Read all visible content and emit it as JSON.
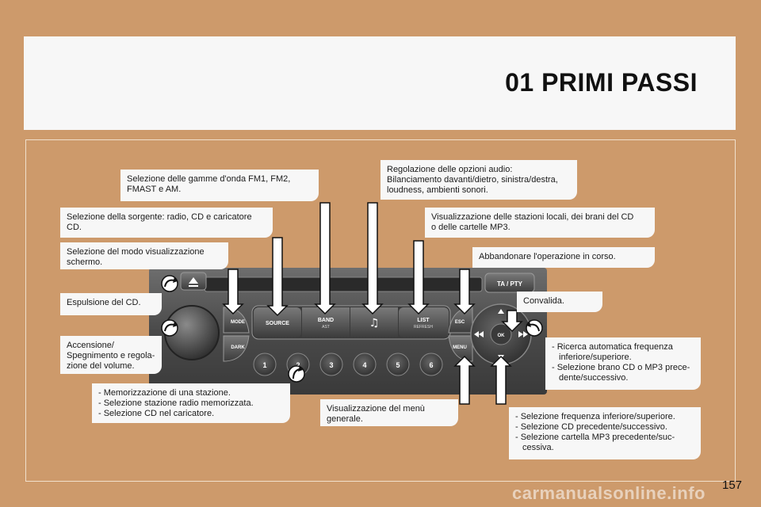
{
  "title": "01 PRIMI PASSI",
  "page_number": "157",
  "watermark": "carmanualsonline.info",
  "radio": {
    "buttons": {
      "mode": "MODE",
      "dark": "DARK",
      "source": "SOURCE",
      "band": "BAND",
      "band_sub": "AST",
      "list": "LIST",
      "list_sub": "REFRESH",
      "esc": "ESC",
      "menu": "MENU",
      "ok": "OK",
      "ta_pty": "TA / PTY",
      "presets": [
        "1",
        "2",
        "3",
        "4",
        "5",
        "6"
      ]
    }
  },
  "callouts": {
    "band": [
      "Selezione delle gamme d'onda FM1, FM2,",
      "FMAST e AM."
    ],
    "source": [
      "Selezione della sorgente: radio, CD e caricatore",
      "CD."
    ],
    "mode": [
      "Selezione del modo visualizzazione",
      "schermo."
    ],
    "eject": [
      "Espulsione del CD."
    ],
    "power": [
      "Accensione/",
      "Spegnimento e regola-",
      "zione del volume."
    ],
    "presets": [
      "- Memorizzazione di una stazione.",
      "- Selezione stazione radio memorizzata.",
      "- Selezione CD nel caricatore."
    ],
    "audio": [
      "Regolazione delle opzioni audio:",
      "Bilanciamento davanti/dietro, sinistra/destra,",
      "loudness, ambienti sonori."
    ],
    "list": [
      "Visualizzazione delle stazioni locali, dei brani del CD",
      "o delle cartelle MP3."
    ],
    "esc": [
      "Abbandonare l'operazione in corso."
    ],
    "ok": [
      "Convalida."
    ],
    "seek": [
      "- Ricerca automatica frequenza",
      "inferiore/superiore.",
      "- Selezione brano CD o MP3 prece-",
      "dente/successivo."
    ],
    "menu": [
      "Visualizzazione del menù",
      "generale."
    ],
    "updown": [
      "- Selezione frequenza inferiore/superiore.",
      "- Selezione CD precedente/successivo.",
      "- Selezione cartella MP3 precedente/suc-",
      "cessiva."
    ]
  }
}
